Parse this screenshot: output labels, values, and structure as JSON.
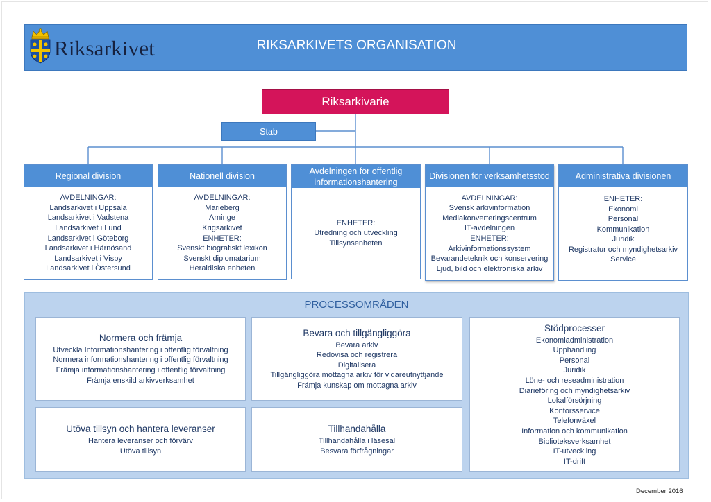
{
  "header": {
    "brand": "Riksarkivet",
    "title": "RIKSARKIVETS ORGANISATION",
    "logo_icon": "crowned-shield-emblem-icon"
  },
  "top": {
    "head": "Riksarkivarie",
    "stab": "Stab"
  },
  "divisions": [
    {
      "title": "Regional division",
      "lines": [
        "AVDELNINGAR:",
        "Landsarkivet i Uppsala",
        "Landsarkivet i Vadstena",
        "Landsarkivet i Lund",
        "Landsarkivet i Göteborg",
        "Landsarkivet i Härnösand",
        "Landsarkivet i Visby",
        "Landsarkivet i Östersund"
      ]
    },
    {
      "title": "Nationell division",
      "lines": [
        "AVDELNINGAR:",
        "Marieberg",
        "Arninge",
        "Krigsarkivet",
        "ENHETER:",
        "Svenskt biografiskt lexikon",
        "Svenskt diplomatarium",
        "Heraldiska enheten"
      ]
    },
    {
      "title": "Avdelningen för offentlig informationshantering",
      "lines": [
        "ENHETER:",
        "Utredning och utveckling",
        "Tillsynsenheten"
      ]
    },
    {
      "title": "Divisionen för verksamhetsstöd",
      "lines": [
        "AVDELNINGAR:",
        "Svensk arkivinformation",
        "Mediakonverteringscentrum",
        "IT-avdelningen",
        "ENHETER:",
        "Arkivinformationssystem",
        "Bevarandeteknik och konservering",
        "Ljud, bild och elektroniska arkiv"
      ]
    },
    {
      "title": "Administrativa divisionen",
      "lines": [
        "ENHETER:",
        "Ekonomi",
        "Personal",
        "Kommunikation",
        "Juridik",
        "Registratur och myndighetsarkiv",
        "Service"
      ]
    }
  ],
  "process": {
    "title": "PROCESSOMRÅDEN",
    "boxes": [
      {
        "title": "Normera och främja",
        "items": [
          "Utveckla Informationshantering i offentlig förvaltning",
          "Normera informationshantering i offentlig förvaltning",
          "Främja informationshantering i offentlig förvaltning",
          "Främja enskild arkivverksamhet"
        ]
      },
      {
        "title": "Bevara och tillgängliggöra",
        "items": [
          "Bevara arkiv",
          "Redovisa och registrera",
          "Digitalisera",
          "Tillgängliggöra mottagna arkiv för vidareutnyttjande",
          "Främja kunskap om mottagna arkiv"
        ]
      },
      {
        "title": "Stödprocesser",
        "items": [
          "Ekonomiadministration",
          "Upphandling",
          "Personal",
          "Juridik",
          "Löne- och reseadministration",
          "Diarieföring och myndighetsarkiv",
          "Lokalförsörjning",
          "Kontorsservice",
          "Telefonväxel",
          "Information och kommunikation",
          "Biblioteksverksamhet",
          "IT-utveckling",
          "IT-drift"
        ]
      },
      {
        "title": "Utöva tillsyn och hantera leveranser",
        "items": [
          "Hantera leveranser och förvärv",
          "Utöva tillsyn"
        ]
      },
      {
        "title": "Tillhandahålla",
        "items": [
          "Tillhandahålla i läsesal",
          "Besvara förfrågningar"
        ]
      }
    ]
  },
  "footer": {
    "date": "December 2016"
  },
  "colors": {
    "header_blue": "#4f8fd6",
    "head_magenta": "#d4145a",
    "process_bg": "#bcd3ee",
    "text_navy": "#1f3864"
  }
}
